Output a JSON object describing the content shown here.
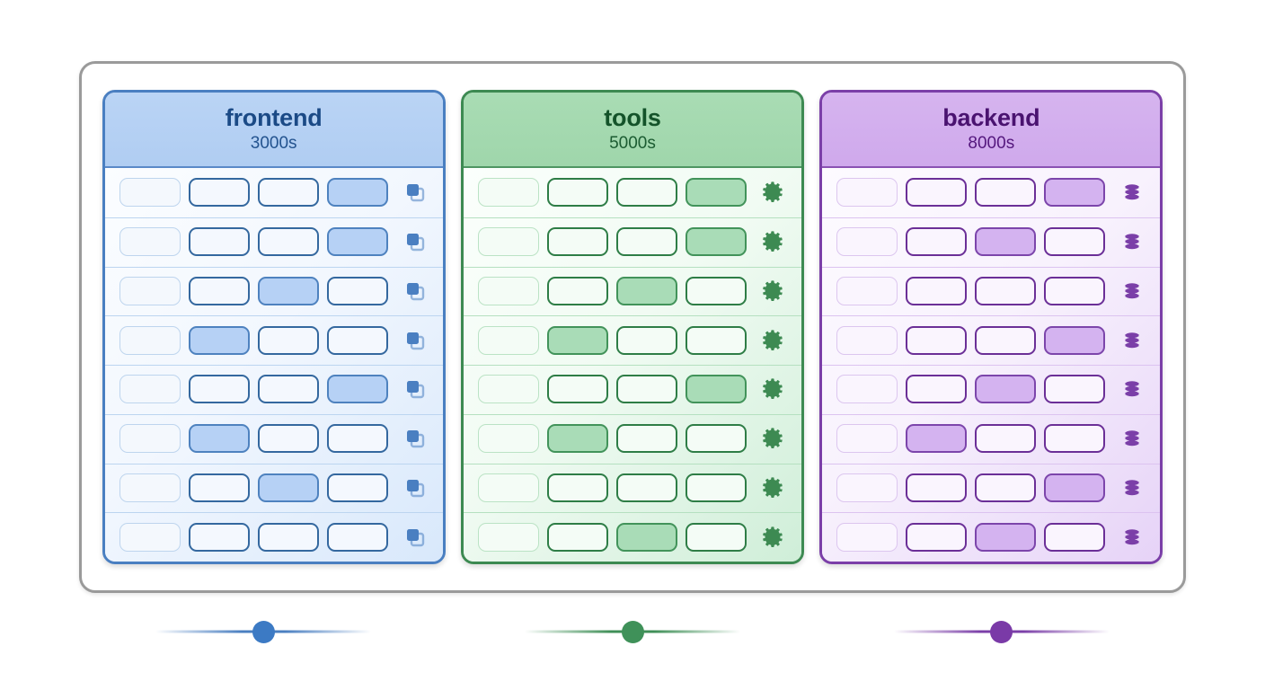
{
  "diagram": {
    "panels": [
      {
        "id": "frontend",
        "title": "frontend",
        "subtitle": "3000s",
        "theme": "blue",
        "accent_color": "#4a7fc1",
        "header_color": "#b5d0f3",
        "icon": "copy-layers-icon",
        "columns": 4,
        "rows": [
          {
            "highlight": 3
          },
          {
            "highlight": 3
          },
          {
            "highlight": 2
          },
          {
            "highlight": 1
          },
          {
            "highlight": 3
          },
          {
            "highlight": 1
          },
          {
            "highlight": 2
          },
          {
            "highlight": -1
          }
        ]
      },
      {
        "id": "tools",
        "title": "tools",
        "subtitle": "5000s",
        "theme": "green",
        "accent_color": "#3d8a52",
        "header_color": "#a4d9b0",
        "icon": "gear-icon",
        "columns": 4,
        "rows": [
          {
            "highlight": 3
          },
          {
            "highlight": 3
          },
          {
            "highlight": 2
          },
          {
            "highlight": 1
          },
          {
            "highlight": 3
          },
          {
            "highlight": 1
          },
          {
            "highlight": -1
          },
          {
            "highlight": 2
          }
        ]
      },
      {
        "id": "backend",
        "title": "backend",
        "subtitle": "8000s",
        "theme": "purple",
        "accent_color": "#7b3fa8",
        "header_color": "#d2aeee",
        "icon": "database-icon",
        "columns": 4,
        "rows": [
          {
            "highlight": 3
          },
          {
            "highlight": 2
          },
          {
            "highlight": -1
          },
          {
            "highlight": 3
          },
          {
            "highlight": 2
          },
          {
            "highlight": 1
          },
          {
            "highlight": 3
          },
          {
            "highlight": 2
          }
        ]
      }
    ],
    "connectors": [
      {
        "id": "frontend-connector",
        "theme": "blue",
        "dot_color": "#3c7ac4"
      },
      {
        "id": "tools-connector",
        "theme": "green",
        "dot_color": "#3f9159"
      },
      {
        "id": "backend-connector",
        "theme": "purple",
        "dot_color": "#7a3aa7"
      }
    ],
    "frame_border_color": "#9a9a9a"
  }
}
